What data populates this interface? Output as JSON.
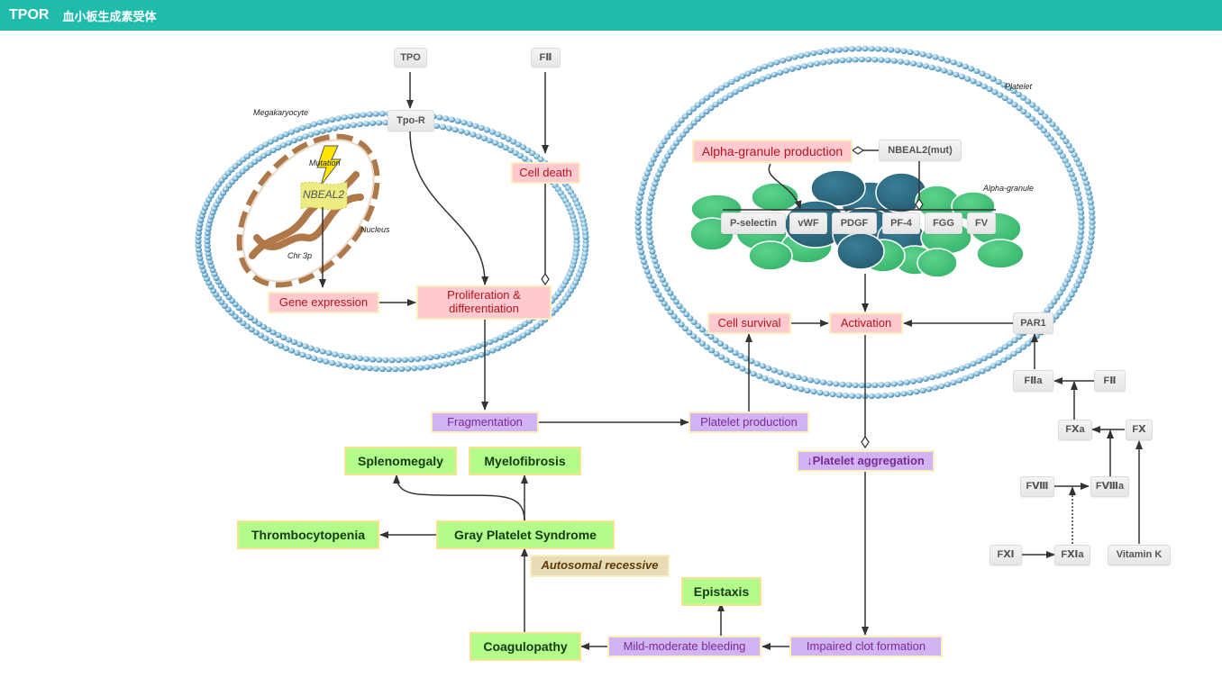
{
  "header": {
    "code": "TPOR",
    "name": "血小板生成素受体"
  },
  "colors": {
    "header_bg": "#1fbcac",
    "membrane": "#6fa8c8",
    "granule_green": "#44c47c",
    "granule_teal": "#2f6e84"
  },
  "labels": {
    "megakaryocyte": "Megakaryocyte",
    "platelet": "Platelet",
    "alpha_granule": "Alpha-granule",
    "nucleus": "Nucleus",
    "chr": "Chr 3p",
    "mutation": "Mutation",
    "gene": "NBEAL2"
  },
  "nodes": {
    "tpo": "TPO",
    "fii_top": "FⅡ",
    "tpo_r": "Tpo-R",
    "cell_death": "Cell death",
    "gene_expression": "Gene expression",
    "proliferation": "Proliferation & differentiation",
    "alpha_granule_production": "Alpha-granule production",
    "nbeal2_mut": "NBEAL2(mut)",
    "granule_proteins": [
      "P-selectin",
      "vWF",
      "PDGF",
      "PF-4",
      "FGG",
      "FV"
    ],
    "cell_survival": "Cell survival",
    "activation": "Activation",
    "par1": "PAR1",
    "fragmentation": "Fragmentation",
    "platelet_production": "Platelet production",
    "platelet_aggregation": "↓Platelet aggregation",
    "splenomegaly": "Splenomegaly",
    "myelofibrosis": "Myelofibrosis",
    "thrombocytopenia": "Thrombocytopenia",
    "gps": "Gray Platelet Syndrome",
    "autosomal": "Autosomal recessive",
    "epistaxis": "Epistaxis",
    "coagulopathy": "Coagulopathy",
    "mild_bleeding": "Mild-moderate bleeding",
    "impaired_clot": "Impaired clot formation",
    "fiia": "FⅡa",
    "fii": "FⅡ",
    "fxa": "FⅩa",
    "fx": "FⅩ",
    "fviii": "FⅧ",
    "fviiia": "FⅧa",
    "fxi": "FⅪ",
    "fxia": "FⅪa",
    "vitamin_k": "Vitamin K"
  }
}
